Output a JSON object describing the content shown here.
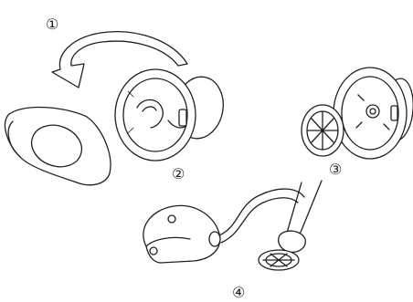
{
  "steps": [
    {
      "number": "1",
      "label": "①",
      "icon": "rotation-arrow-icon"
    },
    {
      "number": "2",
      "label": "②",
      "icon": "mount-base-icon"
    },
    {
      "number": "3",
      "label": "③",
      "icon": "mount-with-lens-ring-icon"
    },
    {
      "number": "4",
      "label": "④",
      "icon": "cable-cleaning-icon"
    }
  ],
  "colors": {
    "line": "#231f20",
    "background": "#ffffff"
  }
}
